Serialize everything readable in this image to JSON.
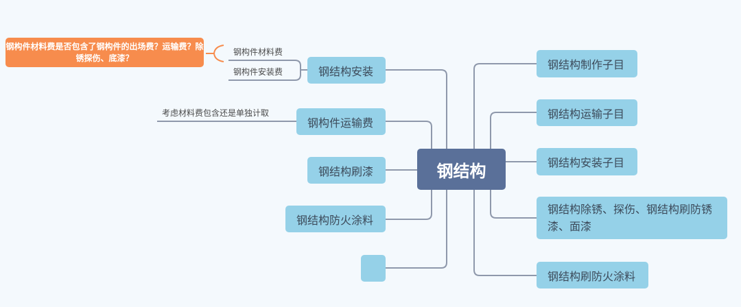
{
  "center": {
    "label": "钢结构"
  },
  "right": [
    {
      "label": "钢结构制作子目"
    },
    {
      "label": "钢结构运输子目"
    },
    {
      "label": "钢结构安装子目"
    },
    {
      "label": "钢结构除锈、探伤、钢结构刷防锈漆、面漆"
    },
    {
      "label": "钢结构刷防火涂料"
    }
  ],
  "left": [
    {
      "label": "钢结构安装",
      "children": [
        "钢构件材料费",
        "钢构件安装费"
      ]
    },
    {
      "label": "钢构件运输费",
      "children": [
        "考虑材料费包含还是单独计取"
      ]
    },
    {
      "label": "钢结构刷漆"
    },
    {
      "label": "钢结构防火涂料"
    },
    {
      "label": ""
    }
  ],
  "callout": {
    "text": "钢构件材料费是否包含了钢构件的出场费？运输费？除锈探伤、底漆？"
  }
}
